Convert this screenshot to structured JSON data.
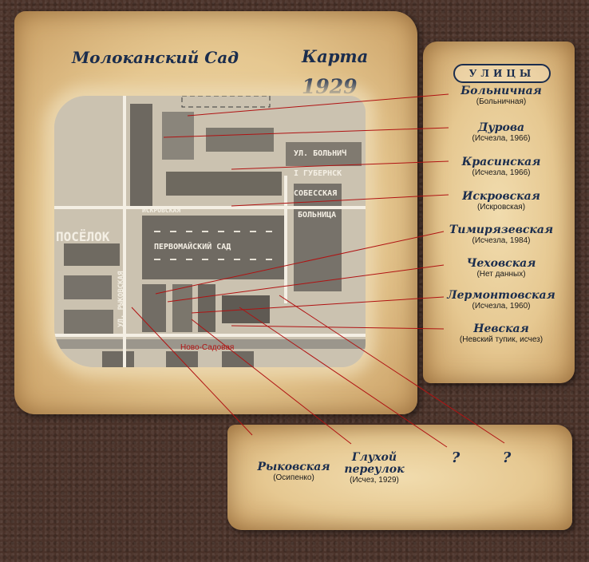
{
  "map": {
    "garden_title": "Молоканский Сад",
    "label": "Карта",
    "year": "1929",
    "inner_labels": {
      "bolnichnaya": "УЛ. БОЛЬНИЧ",
      "gubernskaya": "I ГУБЕРНСК",
      "sobesskaya": "СОБЕССКАЯ",
      "bolnitsa": "БОЛЬНИЦА",
      "iskrovskaya": "ИСКРОВСКАЯ",
      "poselok": "ПОСЁЛОК",
      "pervomaisky": "ПЕРВОМАЙСКИЙ САД",
      "rykovskaya": "УЛ. РЫКОВСКАЯ"
    },
    "novo_sadovaya": "Ново-Садовая"
  },
  "streets_header": "УЛИЦЫ",
  "streets": [
    {
      "name": "Больничная",
      "status": "(Больничная)"
    },
    {
      "name": "Дурова",
      "status": "(Исчезла, 1966)"
    },
    {
      "name": "Красинская",
      "status": "(Исчезла, 1966)"
    },
    {
      "name": "Искровская",
      "status": "(Искровская)"
    },
    {
      "name": "Тимирязевская",
      "status": "(Исчезла, 1984)"
    },
    {
      "name": "Чеховская",
      "status": "(Нет данных)"
    },
    {
      "name": "Лермонтовская",
      "status": "(Исчезла, 1960)"
    },
    {
      "name": "Невская",
      "status": "(Невский тупик, исчез)"
    }
  ],
  "bottom": [
    {
      "name": "Рыковская",
      "status": "(Осипенко)"
    },
    {
      "name": "Глухой переулок",
      "status": "(Исчез, 1929)"
    },
    {
      "name": "?",
      "status": ""
    },
    {
      "name": "?",
      "status": ""
    }
  ],
  "colors": {
    "ink": "#1b2d4d",
    "line": "#b01212"
  }
}
